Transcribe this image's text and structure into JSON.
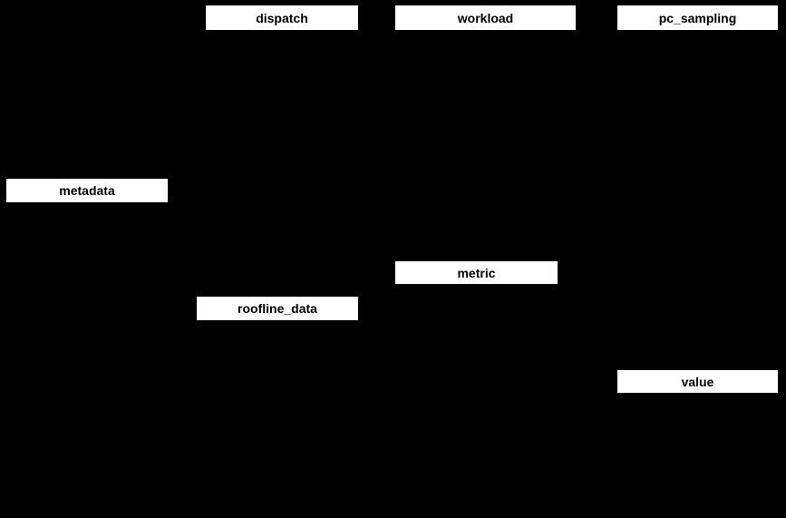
{
  "diagram": {
    "type": "database-schema-er-diagram",
    "background_color": "#000000",
    "node_fill_color": "#ffffff",
    "node_text_color": "#000000",
    "entities": [
      {
        "label": "dispatch"
      },
      {
        "label": "workload"
      },
      {
        "label": "pc_sampling"
      },
      {
        "label": "metadata"
      },
      {
        "label": "metric"
      },
      {
        "label": "roofline_data"
      },
      {
        "label": "value"
      }
    ]
  }
}
